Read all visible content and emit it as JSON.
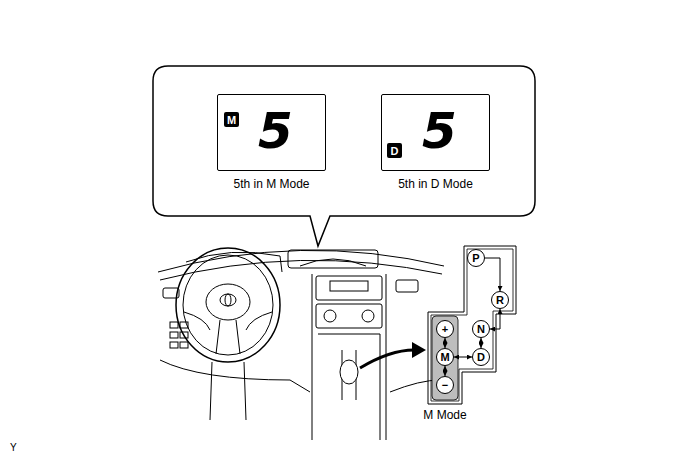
{
  "diagram": {
    "nodes": [
      {
        "text": [
          "5",
          "5th in M Mode"
        ]
      },
      {
        "text": [
          "M"
        ],
        "in": 0
      },
      {
        "text": [
          "5",
          "5th in D Mode"
        ]
      },
      {
        "text": [
          "D"
        ],
        "in": 2
      },
      {
        "text": [
          "P"
        ]
      },
      {
        "text": [
          "R"
        ]
      },
      {
        "text": [
          "N"
        ]
      },
      {
        "text": [
          "D"
        ]
      },
      {
        "text": [
          "+"
        ]
      },
      {
        "text": [
          "M"
        ]
      },
      {
        "text": [
          "−"
        ]
      }
    ],
    "edges": [
      {
        "from": 4,
        "to": 5,
        "arrow": "to"
      },
      {
        "from": 5,
        "to": 6,
        "arrow": "both"
      },
      {
        "from": 6,
        "to": 7,
        "arrow": "both"
      },
      {
        "from": 7,
        "to": 9,
        "arrow": "both"
      },
      {
        "from": 9,
        "to": 8,
        "arrow": "both"
      },
      {
        "from": 9,
        "to": 10,
        "arrow": "both"
      }
    ],
    "labels": [
      "M Mode",
      "Y"
    ]
  }
}
